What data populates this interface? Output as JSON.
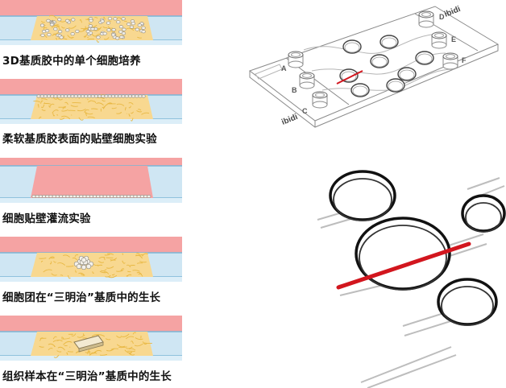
{
  "captions": [
    "3D基质胶中的单个细胞培养",
    "柔软基质胶表面的贴壁细胞实验",
    "细胞贴壁灌流实验",
    "细胞团在“三明治”基质中的生长",
    "组织样本在“三明治”基质中的生长"
  ],
  "slide": {
    "row_labels": [
      "A",
      "B",
      "C",
      "D",
      "E",
      "F"
    ],
    "brand": "ibidi"
  },
  "colors": {
    "top_layer": "#f5a3a3",
    "gel": "#f8d890",
    "fiber": "#e8b843",
    "channel": "#cfe6f3",
    "channel_edge": "#7bb6d6",
    "cell": "#f4f1ea",
    "highlight": "#d2161e"
  }
}
